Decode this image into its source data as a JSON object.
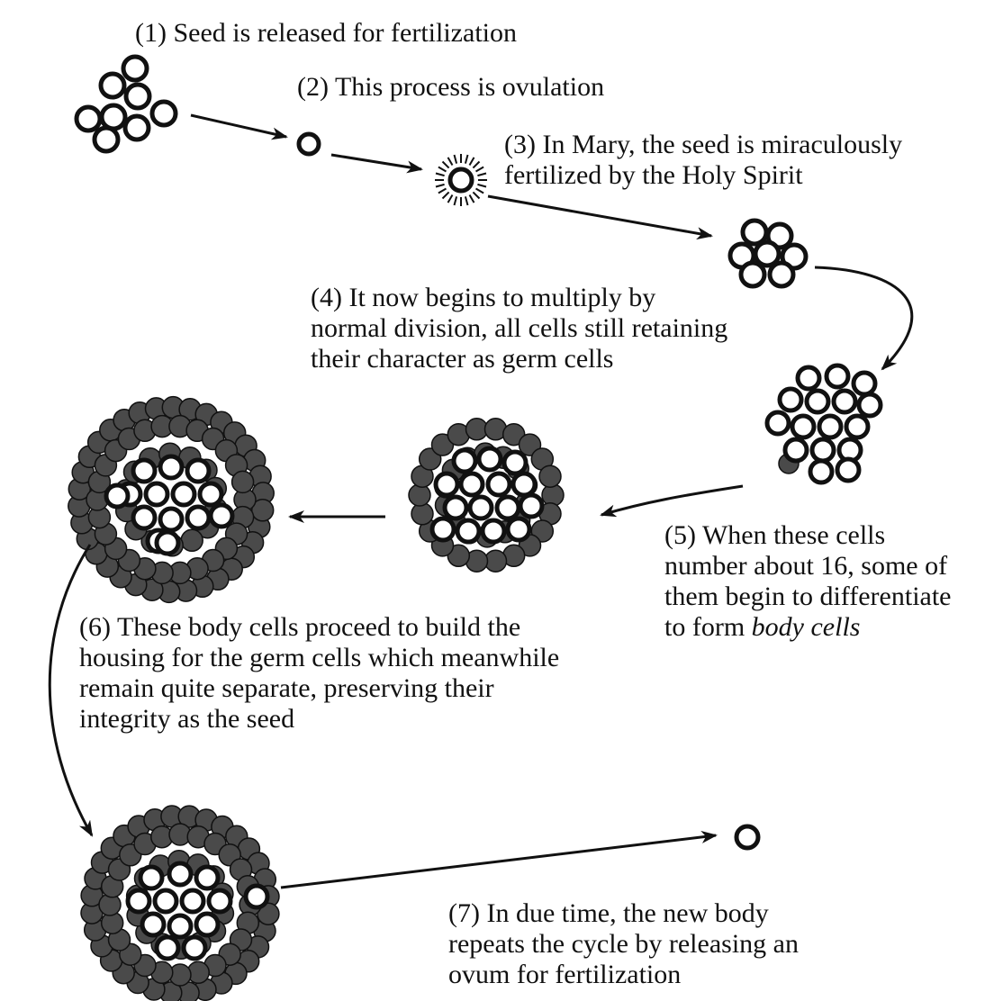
{
  "colors": {
    "ink": "#111111",
    "germ_cell_fill": "#ffffff",
    "body_cell_fill": "#4a4a4a",
    "background": "#ffffff"
  },
  "steps": [
    {
      "id": "1",
      "lines": [
        "(1) Seed is released for fertilization"
      ]
    },
    {
      "id": "2",
      "lines": [
        "(2) This process is ovulation"
      ]
    },
    {
      "id": "3",
      "lines": [
        "(3) In Mary, the seed is miraculously",
        "fertilized by the Holy Spirit"
      ]
    },
    {
      "id": "4",
      "lines": [
        "(4) It now begins to multiply by",
        "normal division, all cells still retaining",
        "their character as germ cells"
      ]
    },
    {
      "id": "5",
      "lines": [
        "(5) When these cells",
        "number about 16, some of",
        "them begin to differentiate",
        "to form "
      ],
      "emphasis": "body cells"
    },
    {
      "id": "6",
      "lines": [
        "(6) These body cells proceed to build the",
        "housing for the germ cells which meanwhile",
        "remain quite separate, preserving their",
        "integrity as the seed"
      ]
    },
    {
      "id": "7",
      "lines": [
        "(7) In due time, the new body",
        "repeats the cycle by releasing an",
        "ovum for fertilization"
      ]
    }
  ]
}
